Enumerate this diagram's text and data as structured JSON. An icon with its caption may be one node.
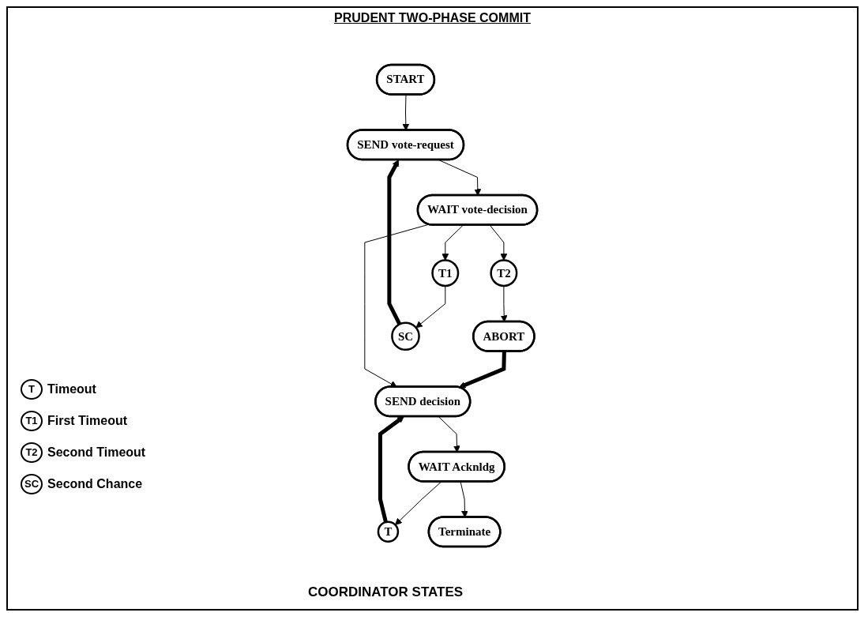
{
  "diagram": {
    "title": "PRUDENT TWO-PHASE COMMIT",
    "caption": "COORDINATOR STATES",
    "nodes": [
      {
        "text": [
          "START"
        ]
      },
      {
        "text": [
          "SEND vote-request"
        ]
      },
      {
        "text": [
          "WAIT vote-decision"
        ]
      },
      {
        "text": [
          "ABORT"
        ]
      },
      {
        "text": [
          "T2"
        ]
      },
      {
        "text": [
          "T1"
        ]
      },
      {
        "text": [
          "SC"
        ]
      },
      {
        "text": [
          "SEND decision"
        ]
      },
      {
        "text": [
          "T"
        ]
      },
      {
        "text": [
          "WAIT Acknldg"
        ]
      },
      {
        "text": [
          "Terminate"
        ]
      }
    ],
    "edges": [
      {
        "from": 0,
        "to": 1,
        "arrow": "to"
      },
      {
        "from": 1,
        "to": 2,
        "arrow": "to"
      },
      {
        "from": 2,
        "to": 4,
        "arrow": "to"
      },
      {
        "from": 4,
        "to": 3,
        "arrow": "to"
      },
      {
        "from": 2,
        "to": 5,
        "arrow": "to"
      },
      {
        "from": 5,
        "to": 6,
        "arrow": "to"
      },
      {
        "from": 6,
        "to": 1,
        "arrow": "to",
        "style": "thick"
      },
      {
        "from": 3,
        "to": 7,
        "arrow": "to",
        "style": "thick"
      },
      {
        "from": 2,
        "to": 7,
        "arrow": "to"
      },
      {
        "from": 7,
        "to": 9,
        "arrow": "to"
      },
      {
        "from": 9,
        "to": 8,
        "arrow": "to"
      },
      {
        "from": 8,
        "to": 7,
        "arrow": "to",
        "style": "thick"
      },
      {
        "from": 9,
        "to": 10,
        "arrow": "to"
      }
    ],
    "labels": [
      "T",
      "T1",
      "T2",
      "SC"
    ],
    "legend": [
      {
        "text": "Timeout"
      },
      {
        "text": "First Timeout"
      },
      {
        "text": "Second Timeout"
      },
      {
        "text": "Second Chance"
      }
    ]
  }
}
